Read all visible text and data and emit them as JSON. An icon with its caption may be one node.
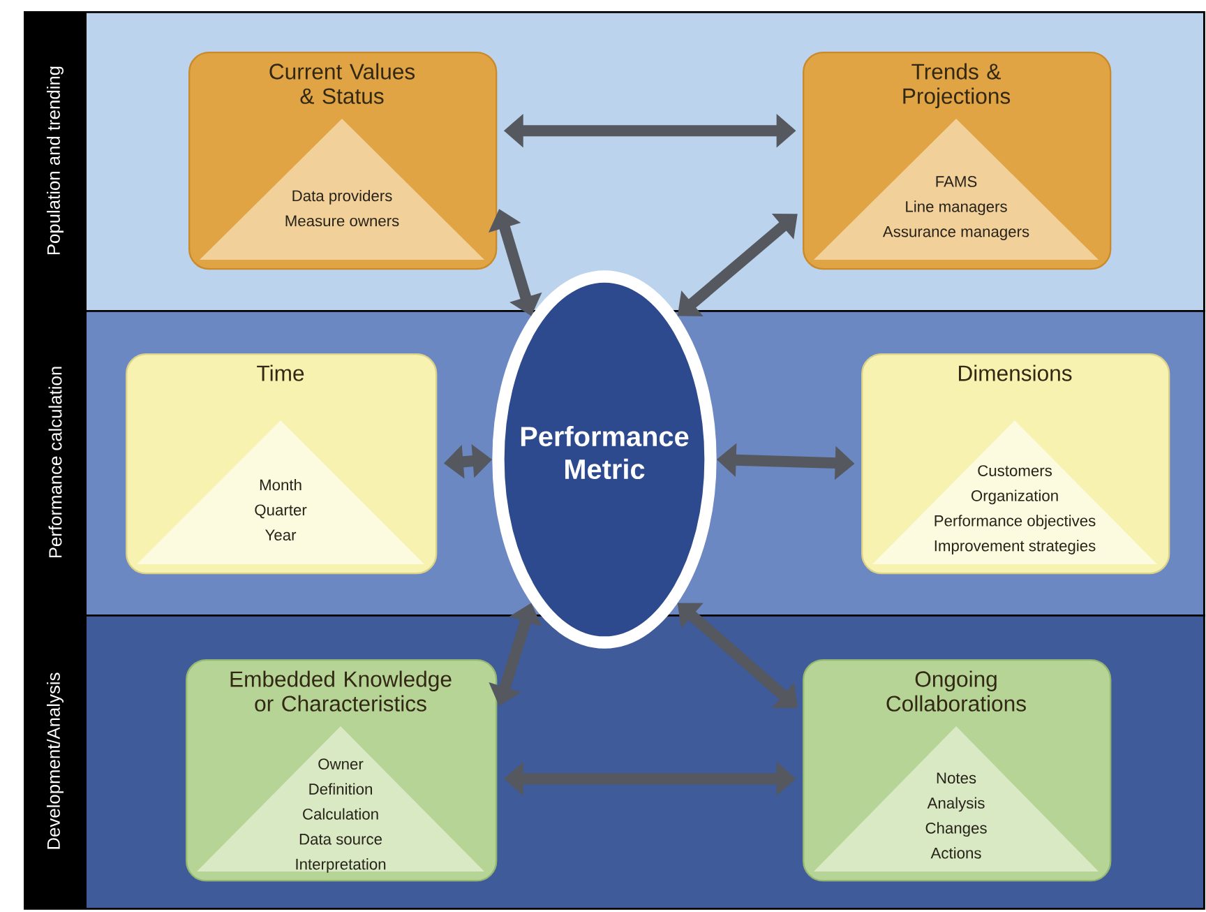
{
  "diagram": {
    "nodes": [
      {
        "text": [
          "Population and trending"
        ]
      },
      {
        "text": [
          "Performance calculation"
        ]
      },
      {
        "text": [
          "Development/Analysis"
        ]
      },
      {
        "text": [
          "Current Values & Status",
          "Data providers",
          "Measure owners"
        ],
        "in": 0
      },
      {
        "text": [
          "Trends & Projections",
          "FAMS",
          "Line managers",
          "Assurance managers"
        ],
        "in": 0
      },
      {
        "text": [
          "Time",
          "Month",
          "Quarter",
          "Year"
        ],
        "in": 1
      },
      {
        "text": [
          "Performance Metric"
        ]
      },
      {
        "text": [
          "Dimensions",
          "Customers",
          "Organization",
          "Performance objectives",
          "Improvement strategies"
        ],
        "in": 1
      },
      {
        "text": [
          "Embedded Knowledge or Characteristics",
          "Owner",
          "Definition",
          "Calculation",
          "Data source",
          "Interpretation"
        ],
        "in": 2
      },
      {
        "text": [
          "Ongoing Collaborations",
          "Notes",
          "Analysis",
          "Changes",
          "Actions"
        ],
        "in": 2
      }
    ],
    "edges": [
      {
        "from": 3,
        "to": 4,
        "arrow": "both"
      },
      {
        "from": 6,
        "to": 3,
        "arrow": "both"
      },
      {
        "from": 6,
        "to": 4,
        "arrow": "both"
      },
      {
        "from": 6,
        "to": 5,
        "arrow": "both"
      },
      {
        "from": 6,
        "to": 7,
        "arrow": "both"
      },
      {
        "from": 6,
        "to": 8,
        "arrow": "both"
      },
      {
        "from": 6,
        "to": 9,
        "arrow": "both"
      },
      {
        "from": 8,
        "to": 9,
        "arrow": "both"
      }
    ]
  }
}
